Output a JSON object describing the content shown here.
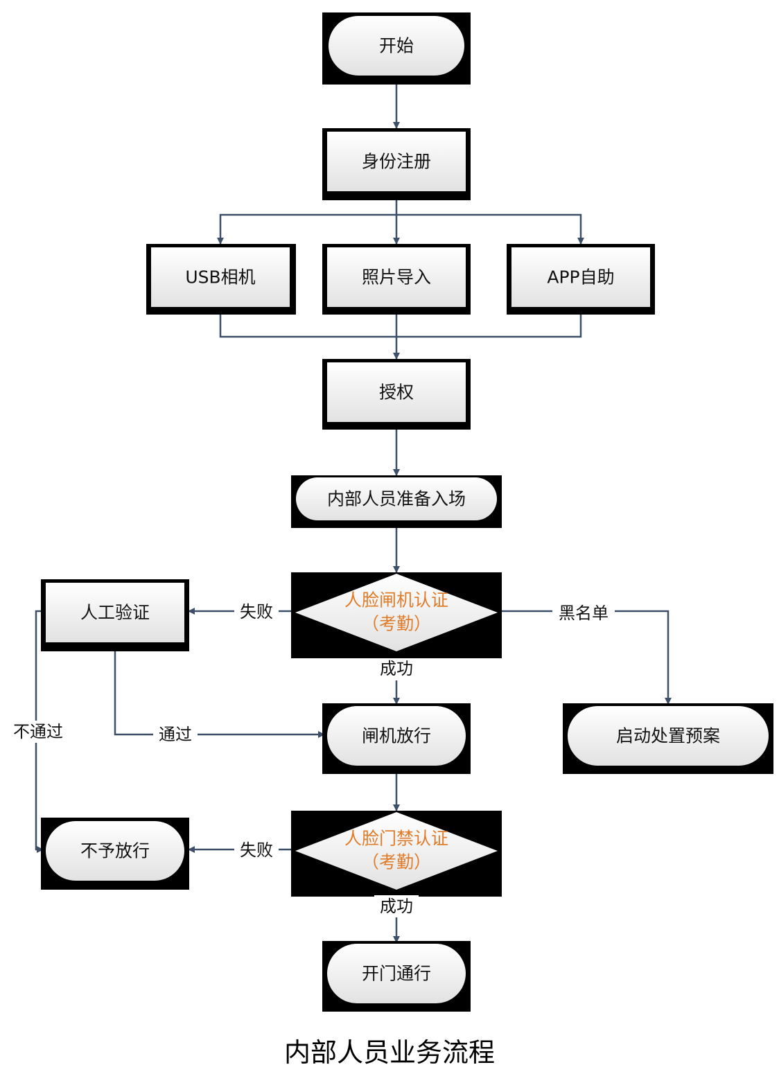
{
  "nodes": {
    "start": "开始",
    "register": "身份注册",
    "usb_camera": "USB相机",
    "photo_import": "照片导入",
    "app_self": "APP自助",
    "authorize": "授权",
    "prepare_entry": "内部人员准备入场",
    "face_gate_line1": "人脸闸机认证",
    "face_gate_line2": "（考勤）",
    "manual_verify": "人工验证",
    "gate_pass": "闸机放行",
    "emergency_plan": "启动处置预案",
    "face_door_line1": "人脸门禁认证",
    "face_door_line2": "（考勤）",
    "deny": "不予放行",
    "open_door": "开门通行"
  },
  "edges": {
    "fail_1": "失败",
    "blacklist": "黑名单",
    "success_1": "成功",
    "not_pass": "不通过",
    "pass": "通过",
    "fail_2": "失败",
    "success_2": "成功"
  },
  "caption": "内部人员业务流程",
  "colors": {
    "arrow": "#3d4e69",
    "accent_text": "#e07b2a",
    "shadow": "#000000"
  }
}
